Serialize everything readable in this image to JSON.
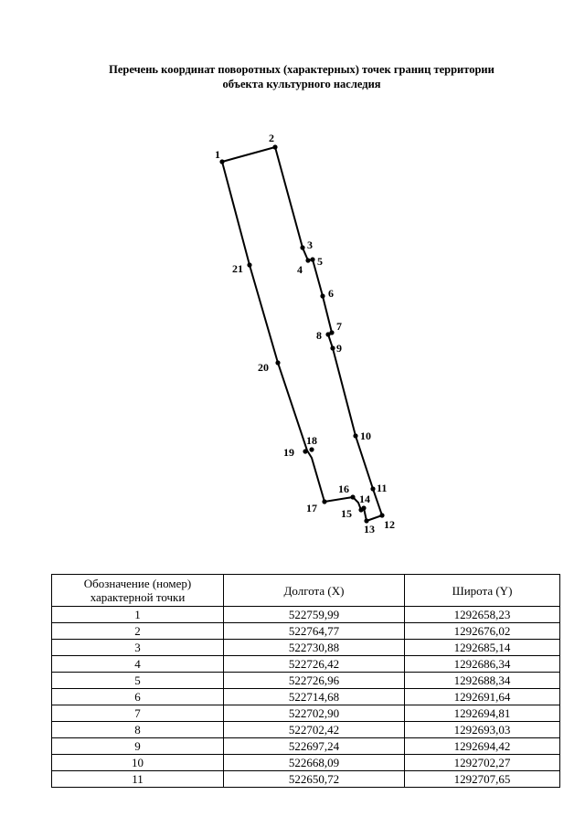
{
  "title": {
    "line1": "Перечень координат поворотных (характерных) точек границ территории",
    "line2": "объекта культурного наследия"
  },
  "diagram": {
    "points": [
      {
        "label": "1"
      },
      {
        "label": "2"
      },
      {
        "label": "3"
      },
      {
        "label": "4"
      },
      {
        "label": "5"
      },
      {
        "label": "6"
      },
      {
        "label": "7"
      },
      {
        "label": "8"
      },
      {
        "label": "9"
      },
      {
        "label": "10"
      },
      {
        "label": "11"
      },
      {
        "label": "12"
      },
      {
        "label": "13"
      },
      {
        "label": "14"
      },
      {
        "label": "15"
      },
      {
        "label": "16"
      },
      {
        "label": "17"
      },
      {
        "label": "18"
      },
      {
        "label": "19"
      },
      {
        "label": "20"
      },
      {
        "label": "21"
      }
    ]
  },
  "table": {
    "headers": {
      "col1": "Обозначение (номер) характерной точки",
      "col2": "Долгота (X)",
      "col3": "Широта (Y)"
    },
    "rows": [
      {
        "num": "1",
        "x": "522759,99",
        "y": "1292658,23"
      },
      {
        "num": "2",
        "x": "522764,77",
        "y": "1292676,02"
      },
      {
        "num": "3",
        "x": "522730,88",
        "y": "1292685,14"
      },
      {
        "num": "4",
        "x": "522726,42",
        "y": "1292686,34"
      },
      {
        "num": "5",
        "x": "522726,96",
        "y": "1292688,34"
      },
      {
        "num": "6",
        "x": "522714,68",
        "y": "1292691,64"
      },
      {
        "num": "7",
        "x": "522702,90",
        "y": "1292694,81"
      },
      {
        "num": "8",
        "x": "522702,42",
        "y": "1292693,03"
      },
      {
        "num": "9",
        "x": "522697,24",
        "y": "1292694,42"
      },
      {
        "num": "10",
        "x": "522668,09",
        "y": "1292702,27"
      },
      {
        "num": "11",
        "x": "522650,72",
        "y": "1292707,65"
      }
    ]
  }
}
